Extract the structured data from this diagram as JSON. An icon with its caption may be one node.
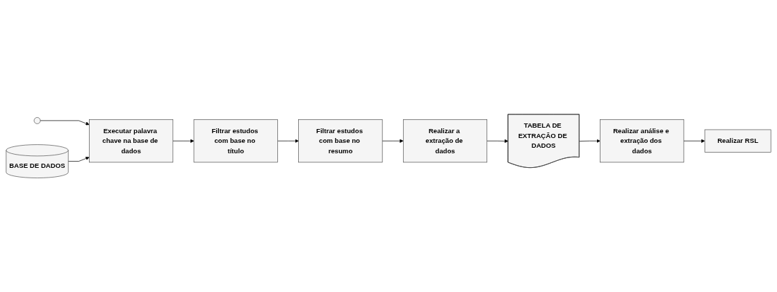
{
  "diagram": {
    "nodes": [
      {
        "text": [],
        "shape": "circle"
      },
      {
        "text": [
          "Executar palavra chave na base de dados"
        ]
      },
      {
        "text": [
          "BASE DE DADOS"
        ]
      },
      {
        "text": [
          "Filtrar estudos com base no título"
        ]
      },
      {
        "text": [
          "Filtrar estudos com base no resumo"
        ]
      },
      {
        "text": [
          "Realizar a extração de dados"
        ]
      },
      {
        "text": [
          "TABELA DE EXTRAÇÃO DE DADOS"
        ]
      },
      {
        "text": [
          "Realizar análise e extração dos dados"
        ]
      },
      {
        "text": [
          "Realizar RSL"
        ]
      }
    ],
    "edges": [
      {
        "from": 0,
        "to": 1,
        "arrow": "to"
      },
      {
        "from": 2,
        "to": 1,
        "arrow": "to"
      },
      {
        "from": 1,
        "to": 3,
        "arrow": "to"
      },
      {
        "from": 3,
        "to": 4,
        "arrow": "to"
      },
      {
        "from": 4,
        "to": 5,
        "arrow": "to"
      },
      {
        "from": 5,
        "to": 6,
        "arrow": "to"
      },
      {
        "from": 6,
        "to": 7,
        "arrow": "to"
      },
      {
        "from": 7,
        "to": 8,
        "arrow": "to"
      }
    ]
  }
}
